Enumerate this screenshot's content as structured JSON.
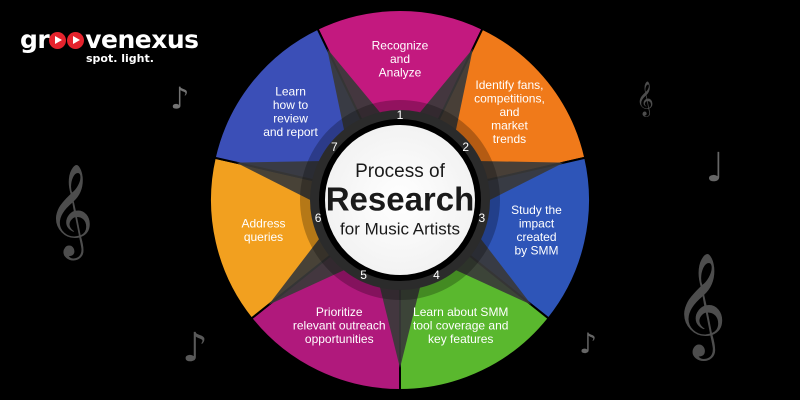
{
  "logo": {
    "prefix": "gr",
    "suffix": "venexus",
    "tagline": "spot. light.",
    "accent": "#e5232d"
  },
  "center": {
    "line1": "Process of",
    "line2": "Research",
    "line3": "for Music Artists"
  },
  "steps": [
    {
      "number": "1",
      "label": [
        "Recognize",
        "and",
        "Analyze"
      ],
      "color": "#c3197f"
    },
    {
      "number": "2",
      "label": [
        "Identify fans,",
        "competitions,",
        "and",
        "market",
        "trends"
      ],
      "color": "#f07a1a"
    },
    {
      "number": "3",
      "label": [
        "Study the",
        "impact",
        "created",
        "by SMM"
      ],
      "color": "#2e55b8"
    },
    {
      "number": "4",
      "label": [
        "Learn about SMM",
        "tool coverage and",
        "key features"
      ],
      "color": "#5ab82e"
    },
    {
      "number": "5",
      "label": [
        "Prioritize",
        "relevant outreach",
        "opportunities"
      ],
      "color": "#b0197c"
    },
    {
      "number": "6",
      "label": [
        "Address",
        "queries"
      ],
      "color": "#f2a01f"
    },
    {
      "number": "7",
      "label": [
        "Learn",
        "how to",
        "review",
        "and report"
      ],
      "color": "#3b4fb7"
    }
  ],
  "decorations": [
    "music-note-icon",
    "treble-clef-icon"
  ]
}
